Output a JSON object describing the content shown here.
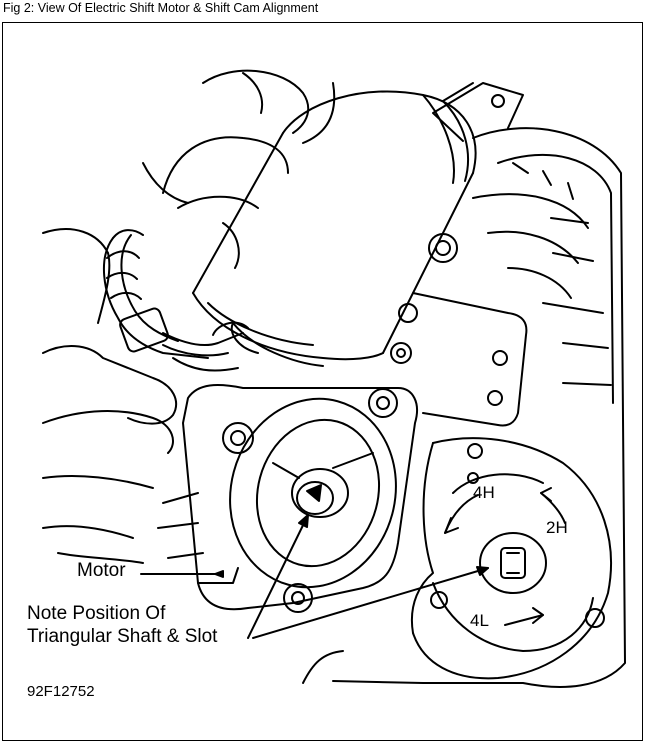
{
  "caption": "Fig 2: View Of Electric Shift Motor & Shift Cam Alignment",
  "labels": {
    "motor": "Motor",
    "note_line1": "Note Position Of",
    "note_line2": "Triangular Shaft & Slot",
    "figure_code": "92F12752"
  },
  "cam_markings": {
    "four_high": "4H",
    "two_high": "2H",
    "four_low": "4L"
  },
  "colors": {
    "ink": "#000000",
    "paper": "#ffffff"
  }
}
